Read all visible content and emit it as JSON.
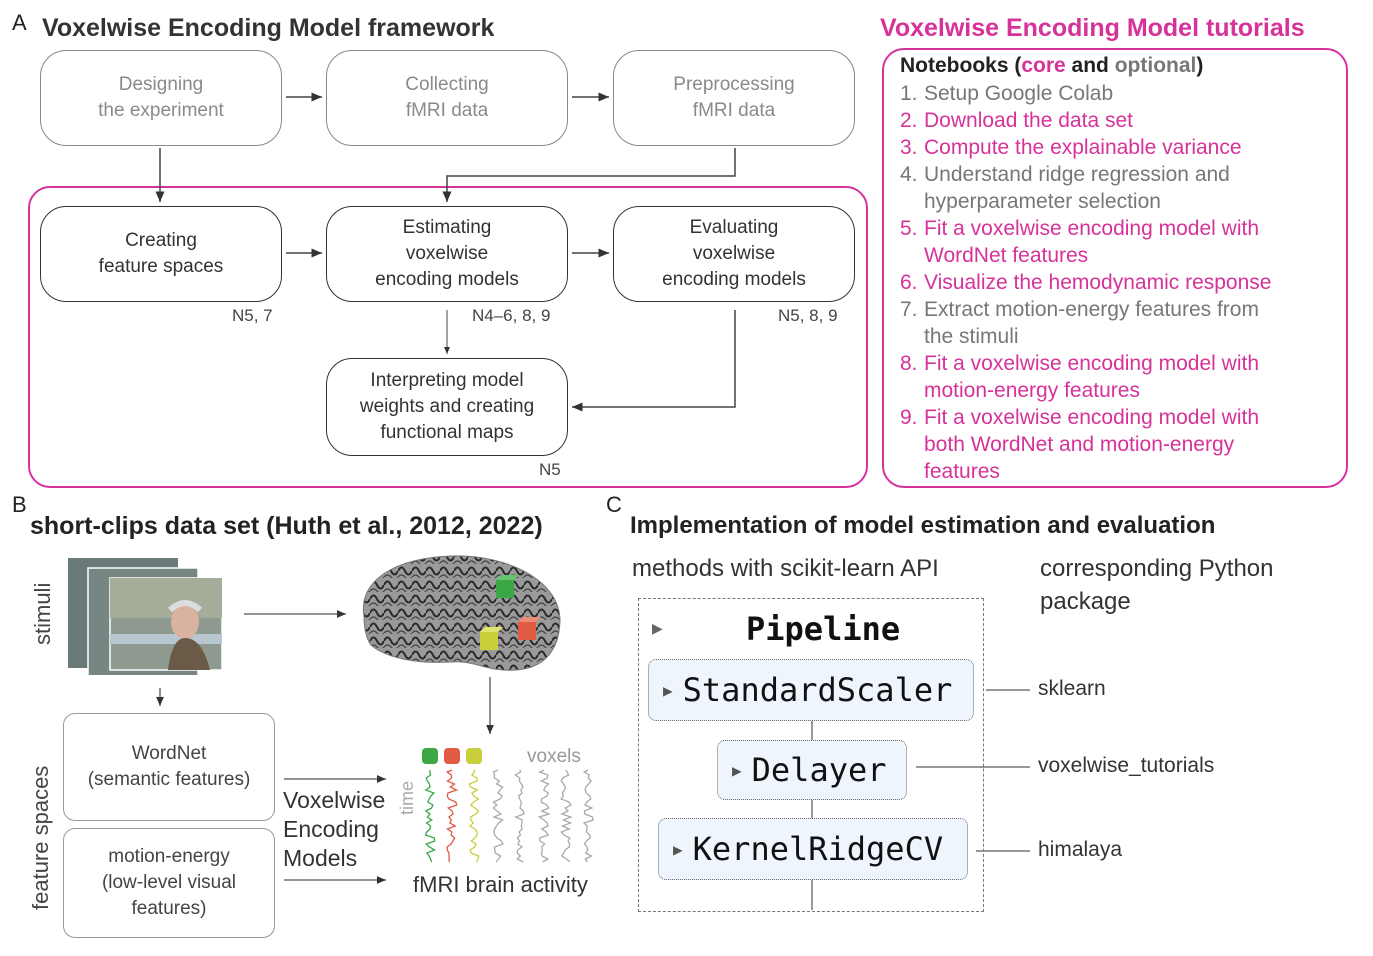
{
  "panelA": {
    "letter": "A",
    "title": "Voxelwise Encoding Model framework",
    "top_row": [
      {
        "label": "Designing\nthe experiment"
      },
      {
        "label": "Collecting\nfMRI data"
      },
      {
        "label": "Preprocessing\nfMRI data"
      }
    ],
    "core_row": [
      {
        "label": "Creating\nfeature spaces",
        "notebooks": "N5, 7"
      },
      {
        "label": "Estimating\nvoxelwise\nencoding models",
        "notebooks": "N4–6, 8, 9"
      },
      {
        "label": "Evaluating\nvoxelwise\nencoding models",
        "notebooks": "N5, 8, 9"
      }
    ],
    "interpret": {
      "label": "Interpreting model\nweights and creating\nfunctional maps",
      "notebooks": "N5"
    }
  },
  "tutorials": {
    "title": "Voxelwise Encoding Model tutorials",
    "header_prefix": "Notebooks (",
    "header_core": "core",
    "header_and": " and ",
    "header_optional": "optional",
    "header_suffix": ")",
    "items": [
      {
        "num": "1.",
        "lines": [
          "Setup Google Colab"
        ],
        "type": "optional"
      },
      {
        "num": "2.",
        "lines": [
          "Download the data set"
        ],
        "type": "core"
      },
      {
        "num": "3.",
        "lines": [
          "Compute the explainable variance"
        ],
        "type": "core"
      },
      {
        "num": "4.",
        "lines": [
          "Understand ridge regression and",
          "hyperparameter selection"
        ],
        "type": "optional"
      },
      {
        "num": "5.",
        "lines": [
          "Fit a voxelwise encoding model with",
          "WordNet features"
        ],
        "type": "core"
      },
      {
        "num": "6.",
        "lines": [
          "Visualize the hemodynamic response"
        ],
        "type": "core"
      },
      {
        "num": "7.",
        "lines": [
          "Extract motion-energy features from",
          "the stimuli"
        ],
        "type": "optional"
      },
      {
        "num": "8.",
        "lines": [
          "Fit a voxelwise encoding model with",
          "motion-energy features"
        ],
        "type": "core"
      },
      {
        "num": "9.",
        "lines": [
          "Fit a voxelwise encoding model with",
          "both WordNet and motion-energy",
          "features"
        ],
        "type": "core"
      }
    ]
  },
  "panelB": {
    "letter": "B",
    "title": "short-clips data set (Huth et al., 2012, 2022)",
    "stimuli_label": "stimuli",
    "feature_spaces_label": "feature spaces",
    "features": [
      {
        "label": "WordNet\n(semantic features)"
      },
      {
        "label": "motion-energy\n(low-level visual\nfeatures)"
      }
    ],
    "model_label": "Voxelwise\nEncoding\nModels",
    "time_label": "time",
    "voxels_label": "voxels",
    "activity_label": "fMRI brain activity",
    "voxel_colors": [
      "#3aa845",
      "#e05a44",
      "#c9cf3a"
    ]
  },
  "panelC": {
    "letter": "C",
    "title": "Implementation of model estimation and evaluation",
    "col_methods": "methods with scikit-learn API",
    "col_packages": "corresponding Python\npackage",
    "pipeline": "Pipeline",
    "steps": [
      {
        "name": "StandardScaler",
        "package": "sklearn"
      },
      {
        "name": "Delayer",
        "package": "voxelwise_tutorials"
      },
      {
        "name": "KernelRidgeCV",
        "package": "himalaya"
      }
    ]
  }
}
